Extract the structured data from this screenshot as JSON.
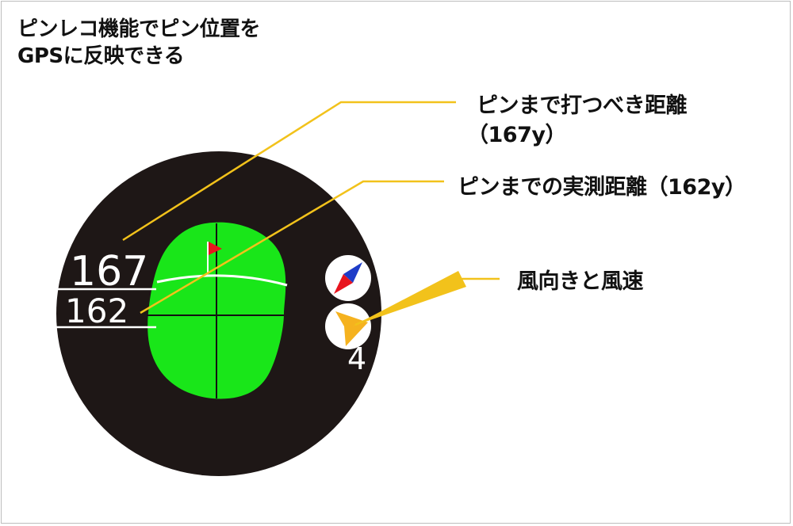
{
  "header": {
    "line1": "ピンレコ機能でピン位置を",
    "line2": "GPSに反映できる"
  },
  "callouts": {
    "plays_like_label": "ピンまで打つべき距離",
    "plays_like_value": "（167y）",
    "actual_label": "ピンまでの実測距離（162y）",
    "wind_label": "風向きと風速"
  },
  "display": {
    "plays_like_distance": "167",
    "actual_distance": "162",
    "wind_speed": "4"
  },
  "colors": {
    "accent_line": "#f2c21b",
    "green": "#19e619",
    "screen": "#1e1716",
    "flag": "#e8141e",
    "wind_arrow": "#f5b21f",
    "compass_red": "#e8141e",
    "compass_blue": "#1e3cc8"
  },
  "icons": {
    "flag": "flag-icon",
    "compass": "compass-icon",
    "wind": "wind-arrow-icon"
  }
}
